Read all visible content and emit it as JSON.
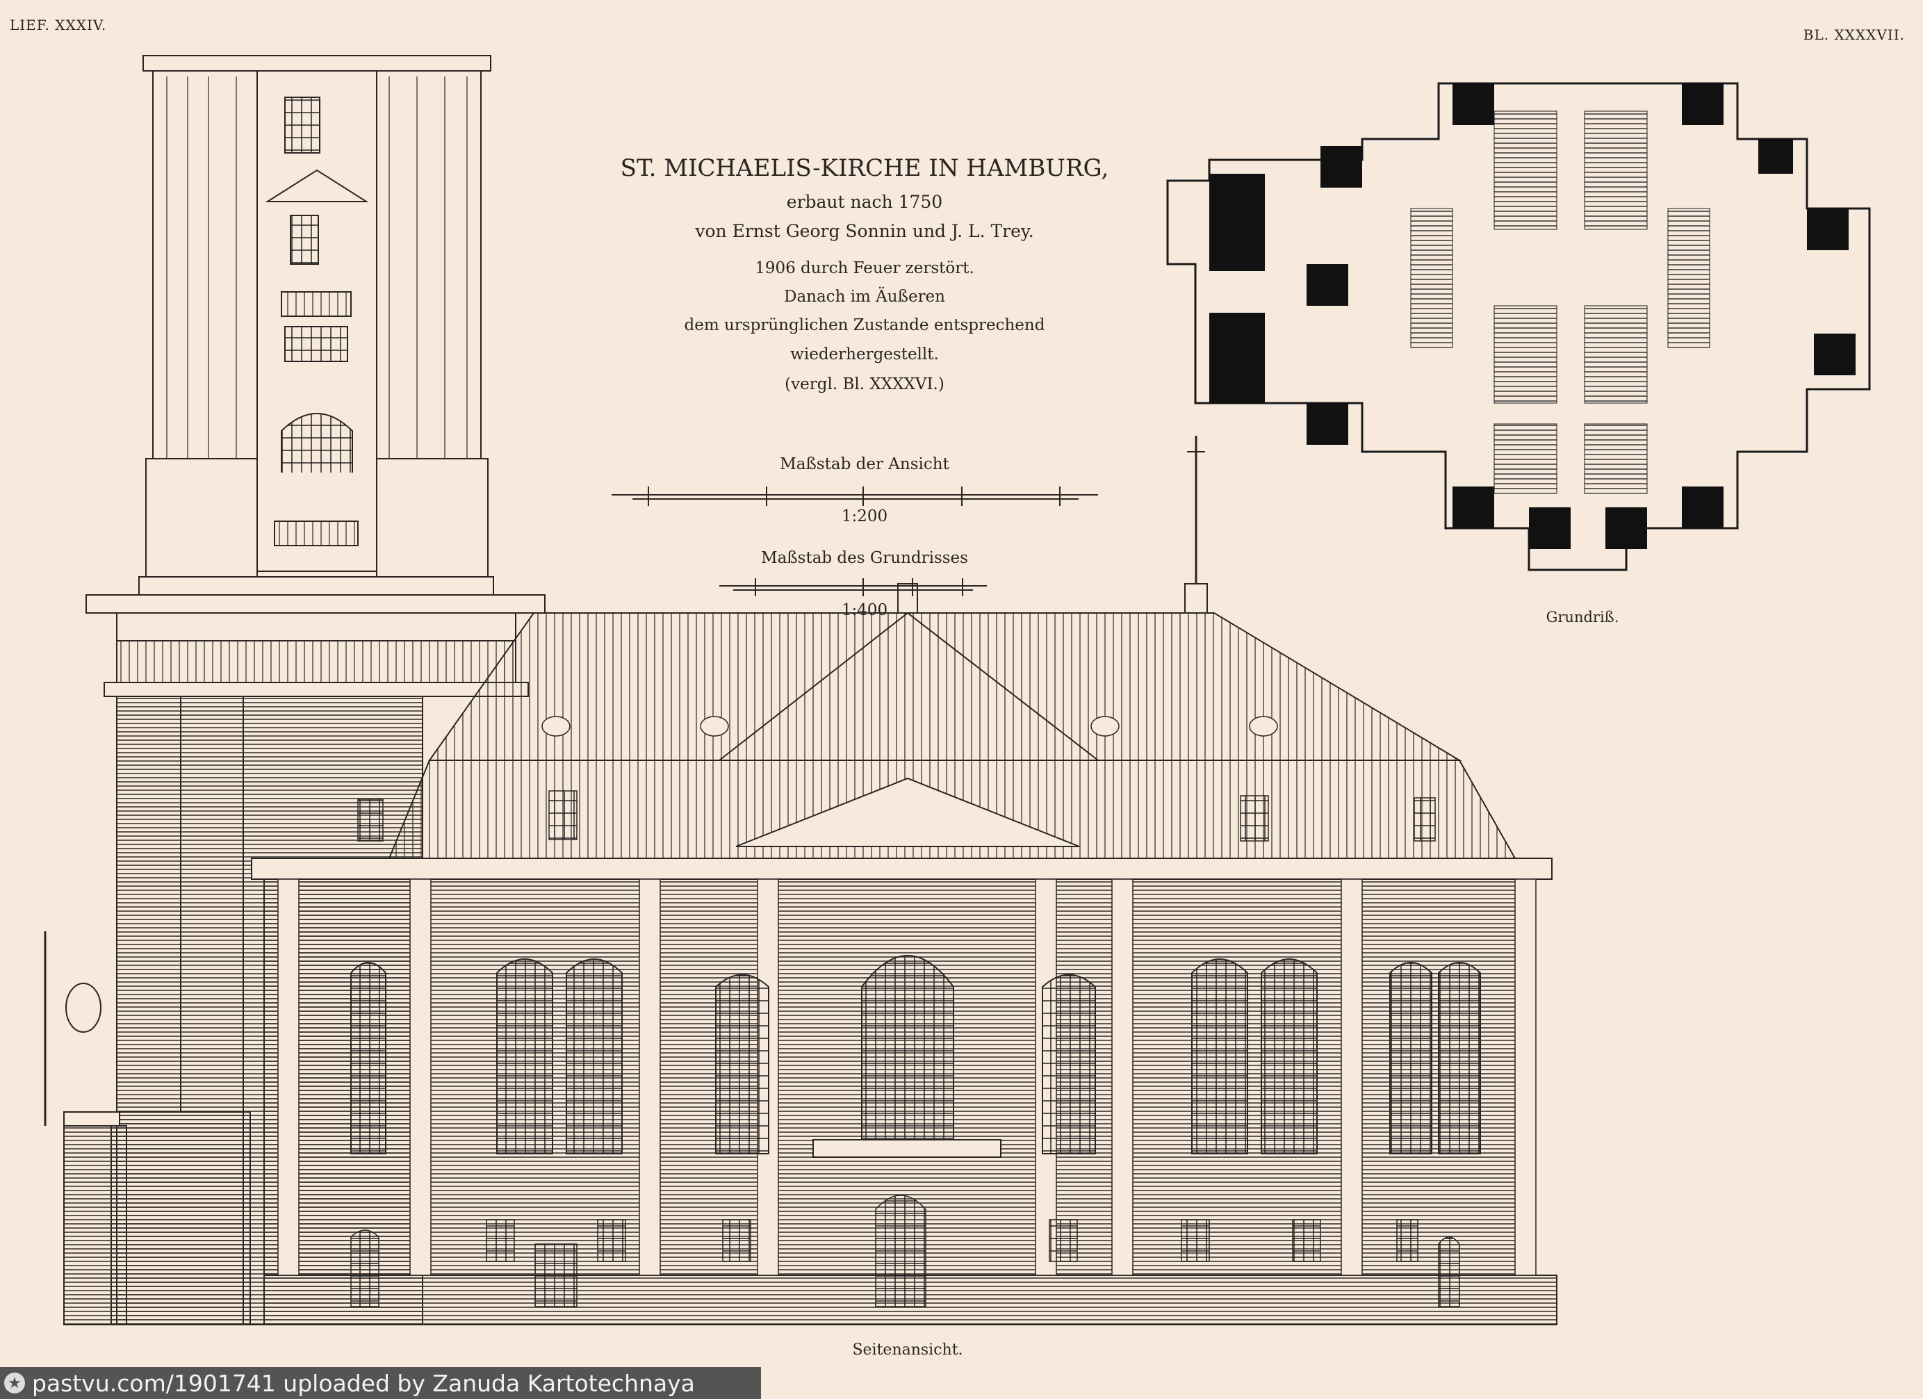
{
  "header": {
    "left": "LIEF. XXXIV.",
    "right": "BL. XXXXVII."
  },
  "title": {
    "main": "ST. MICHAELIS-KIRCHE IN HAMBURG,",
    "lines": [
      "erbaut nach 1750",
      "von Ernst Georg Sonnin und J. L. Trey.",
      "1906 durch Feuer zerstört.",
      "Danach im Äußeren",
      "dem ursprünglichen Zustande entsprechend",
      "wiederhergestellt.",
      "(vergl. Bl. XXXXVI.)"
    ]
  },
  "scales": {
    "elevation_label": "Maßstab der Ansicht",
    "elevation_ratio": "1:200",
    "plan_label": "Maßstab des Grundrisses",
    "plan_ratio": "1:400"
  },
  "captions": {
    "plan": "Grundriß.",
    "elevation": "Seitenansicht."
  },
  "footer": {
    "icon": "pastvu-logo-icon",
    "text": "pastvu.com/1901741  uploaded by Zanuda Kartotechnaya"
  }
}
